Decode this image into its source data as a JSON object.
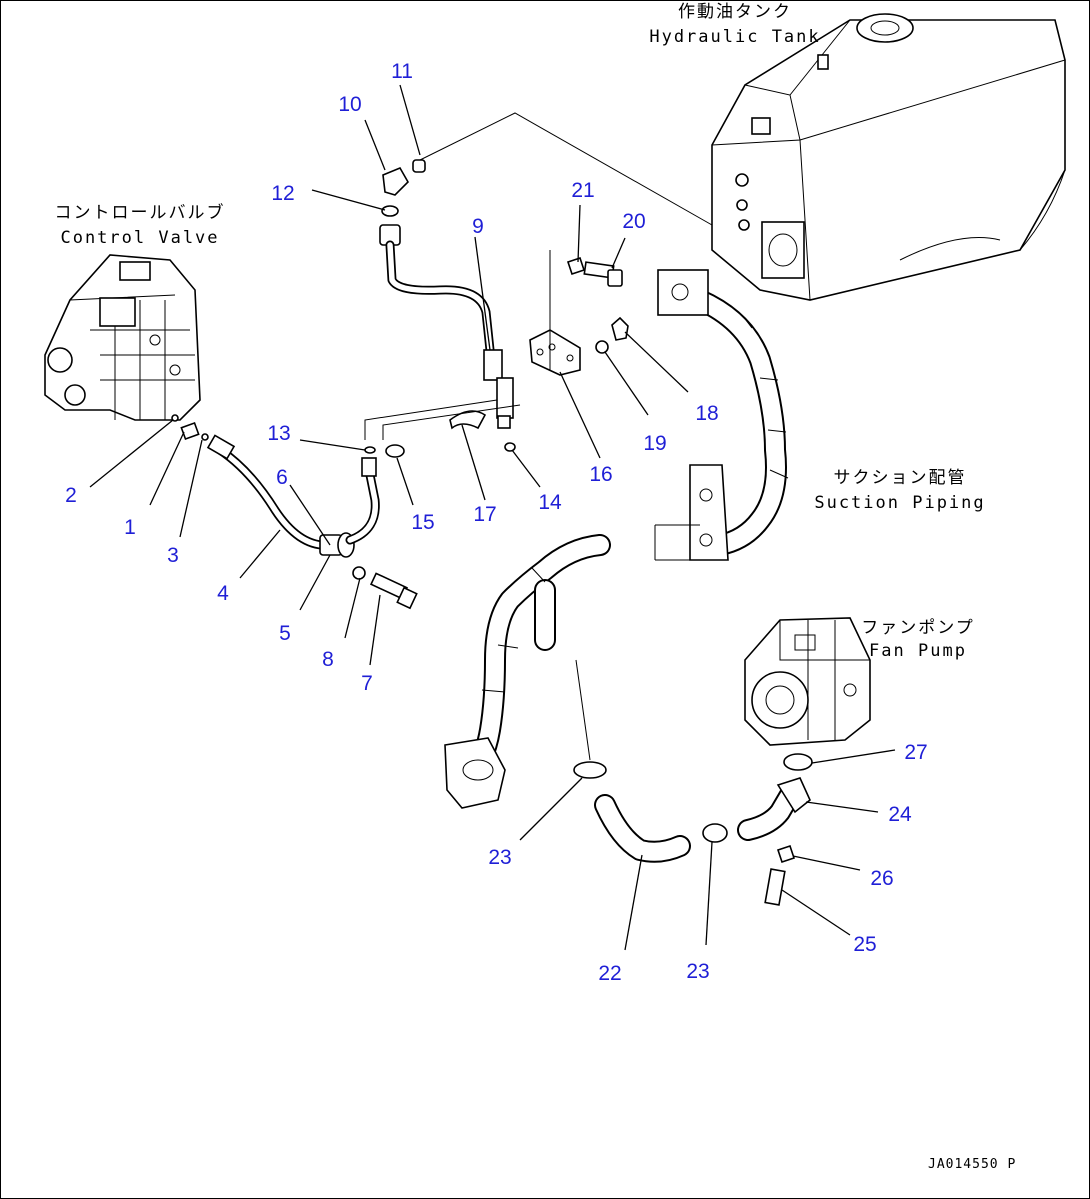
{
  "components": {
    "hydraulic_tank": {
      "jp": "作動油タンク",
      "en": "Hydraulic Tank"
    },
    "control_valve": {
      "jp": "コントロールバルブ",
      "en": "Control Valve"
    },
    "suction_piping": {
      "jp": "サクション配管",
      "en": "Suction Piping"
    },
    "fan_pump": {
      "jp": "ファンポンプ",
      "en": "Fan Pump"
    }
  },
  "callouts": [
    "1",
    "2",
    "3",
    "4",
    "5",
    "6",
    "7",
    "8",
    "9",
    "10",
    "11",
    "12",
    "13",
    "14",
    "15",
    "16",
    "17",
    "18",
    "19",
    "20",
    "21",
    "22",
    "23",
    "23",
    "24",
    "25",
    "26",
    "27"
  ],
  "drawing_code": "JA014550 P",
  "colors": {
    "callout": "#1f1fd6",
    "line": "#000000",
    "background": "#ffffff"
  }
}
